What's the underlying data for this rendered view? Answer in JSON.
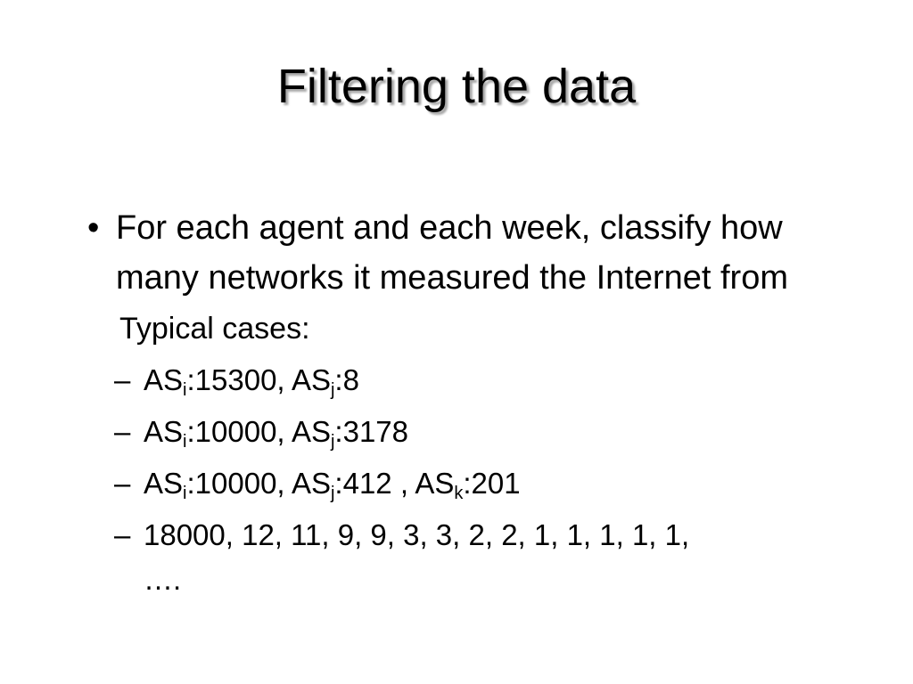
{
  "slide": {
    "title": "Filtering the data",
    "bullet": {
      "marker": "•",
      "text": "For each agent and each week, classify how many networks it measured the Internet from"
    },
    "cases_label": "Typical cases:",
    "dash": "–",
    "items": [
      {
        "parts": [
          {
            "base": "AS",
            "sub": "i",
            "value": ":15300, "
          },
          {
            "base": "AS",
            "sub": "j",
            "value": ":8"
          }
        ]
      },
      {
        "parts": [
          {
            "base": "AS",
            "sub": "i",
            "value": ":10000, "
          },
          {
            "base": "AS",
            "sub": "j",
            "value": ":3178"
          }
        ]
      },
      {
        "parts": [
          {
            "base": "AS",
            "sub": "i",
            "value": ":10000, "
          },
          {
            "base": "AS",
            "sub": "j",
            "value": ":412 , "
          },
          {
            "base": "AS",
            "sub": "k",
            "value": ":201"
          }
        ]
      }
    ],
    "last_item": {
      "line1": "18000, 12, 11, 9, 9, 3, 3, 2, 2, 1, 1, 1, 1, 1,",
      "line2": "…."
    }
  }
}
